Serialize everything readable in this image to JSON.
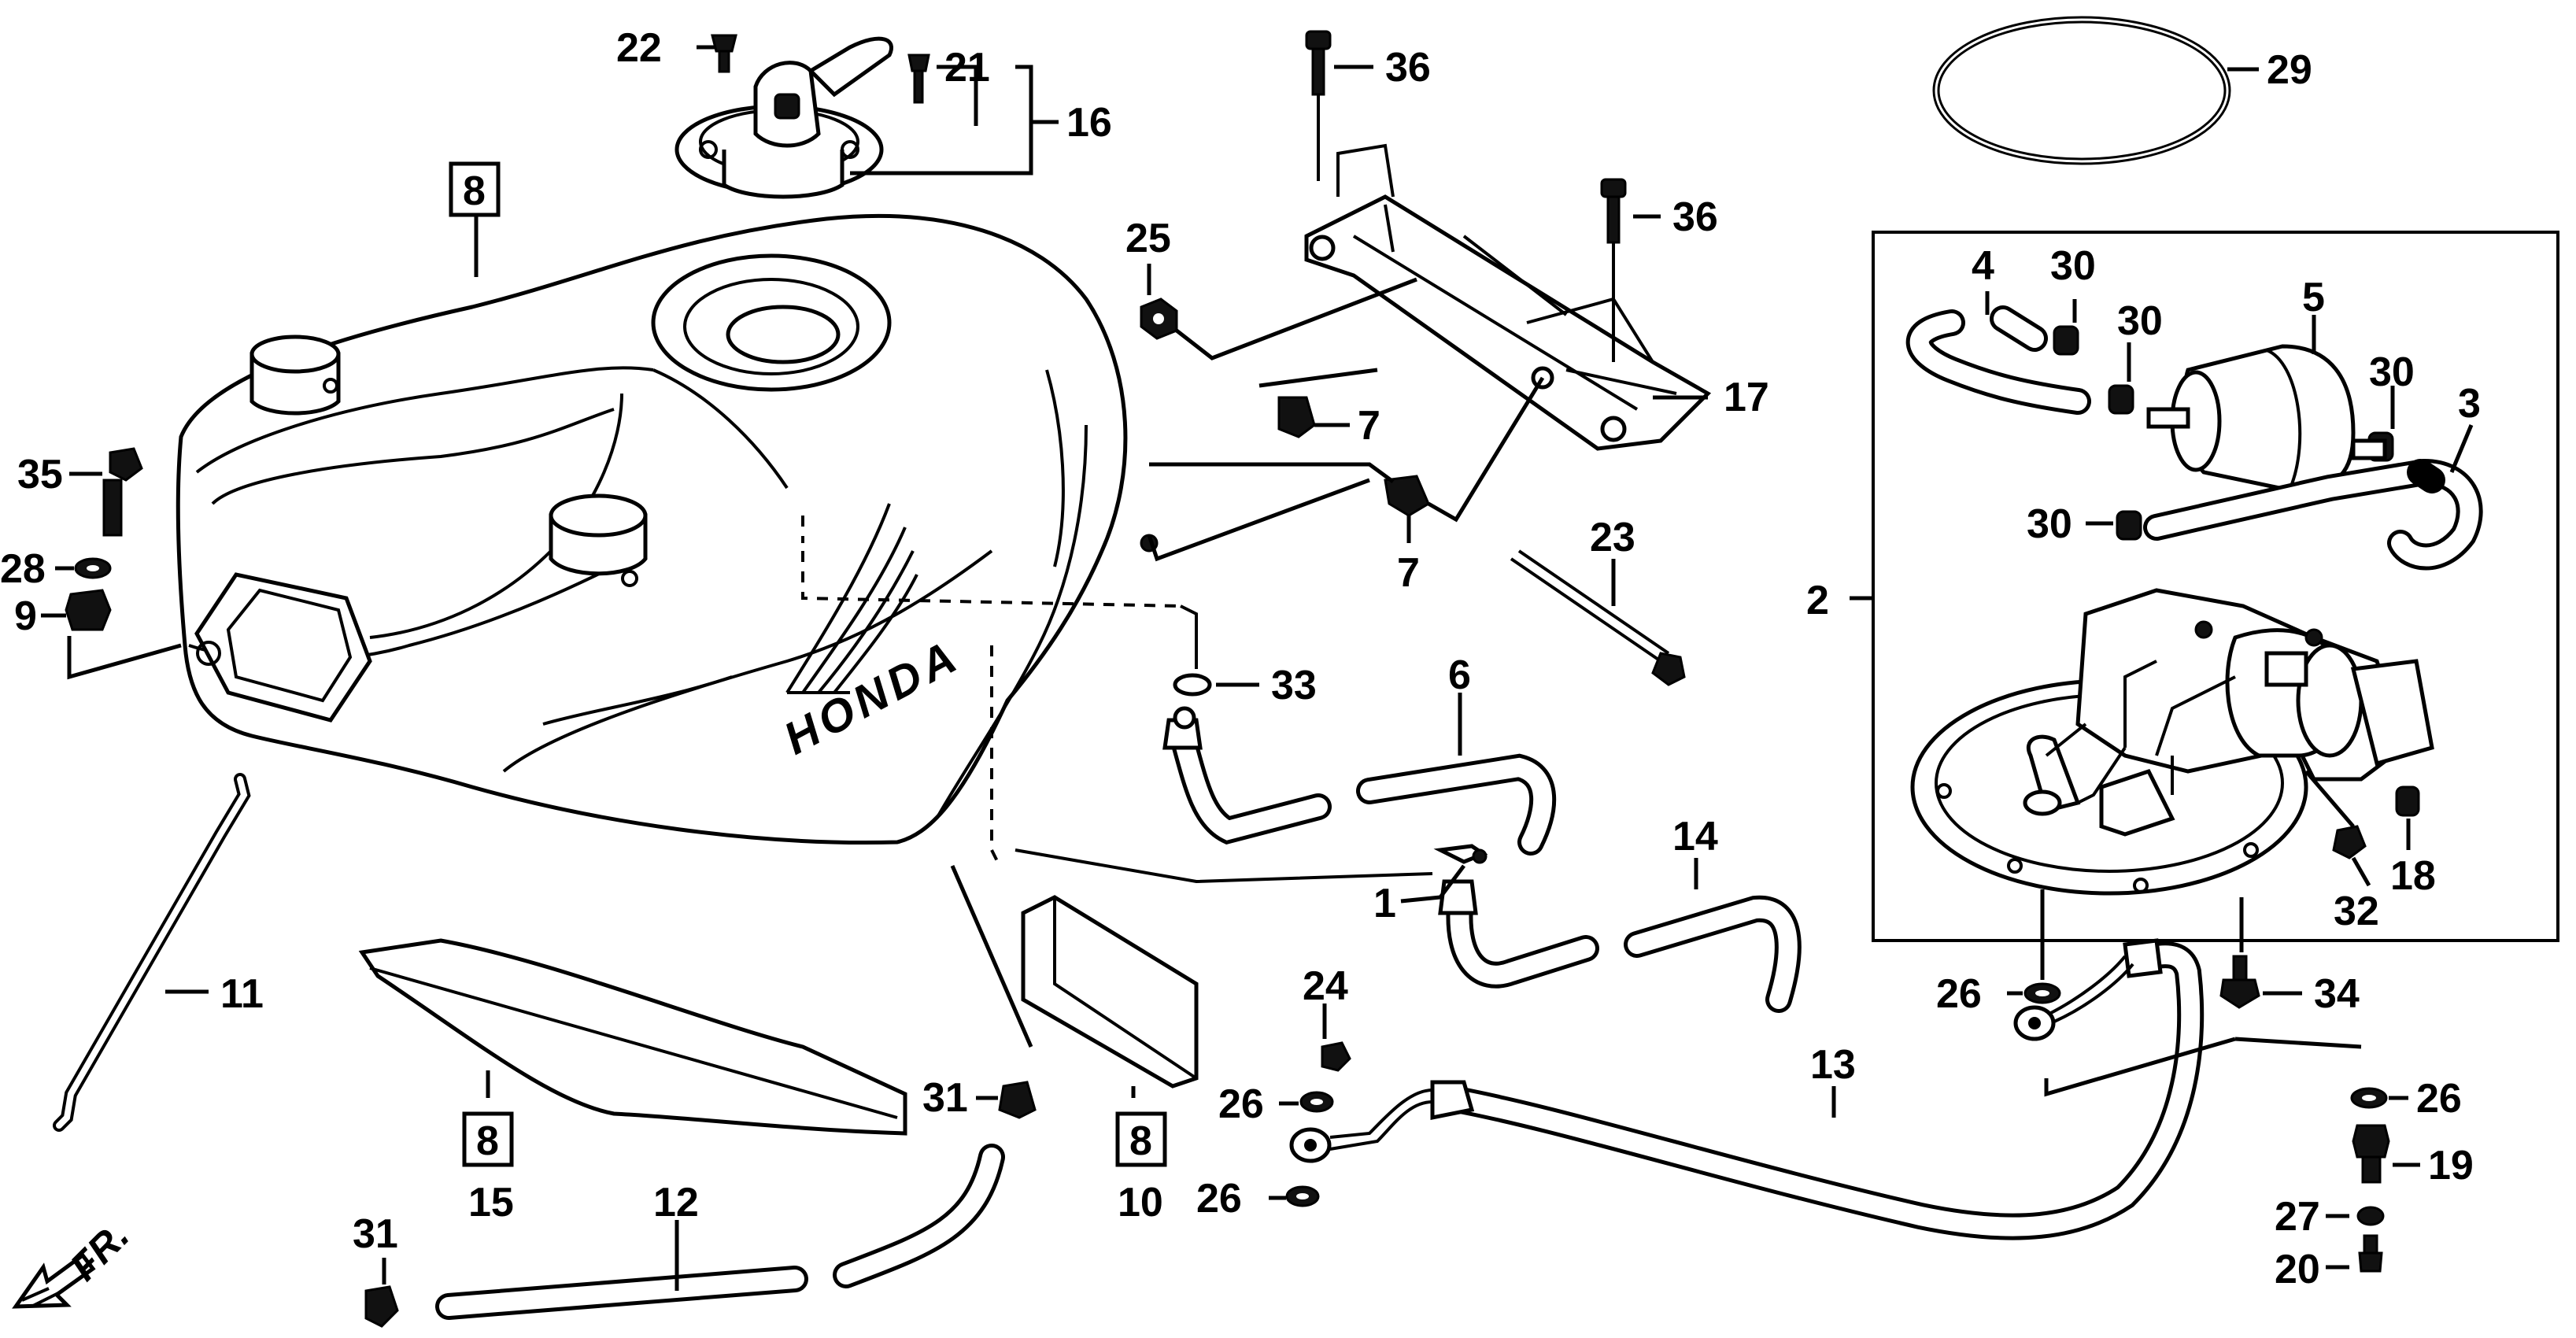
{
  "diagram": {
    "callouts": [
      {
        "id": "c1",
        "label": "1"
      },
      {
        "id": "c2",
        "label": "2"
      },
      {
        "id": "c3",
        "label": "3"
      },
      {
        "id": "c4",
        "label": "4"
      },
      {
        "id": "c5",
        "label": "5"
      },
      {
        "id": "c6",
        "label": "6"
      },
      {
        "id": "c7a",
        "label": "7"
      },
      {
        "id": "c7b",
        "label": "7"
      },
      {
        "id": "c8a",
        "label": "8"
      },
      {
        "id": "c8b",
        "label": "8"
      },
      {
        "id": "c8c",
        "label": "8"
      },
      {
        "id": "c9",
        "label": "9"
      },
      {
        "id": "c10",
        "label": "10"
      },
      {
        "id": "c11",
        "label": "11"
      },
      {
        "id": "c12",
        "label": "12"
      },
      {
        "id": "c13",
        "label": "13"
      },
      {
        "id": "c14",
        "label": "14"
      },
      {
        "id": "c15",
        "label": "15"
      },
      {
        "id": "c16",
        "label": "16"
      },
      {
        "id": "c17",
        "label": "17"
      },
      {
        "id": "c18",
        "label": "18"
      },
      {
        "id": "c19",
        "label": "19"
      },
      {
        "id": "c20",
        "label": "20"
      },
      {
        "id": "c21",
        "label": "21"
      },
      {
        "id": "c22",
        "label": "22"
      },
      {
        "id": "c23",
        "label": "23"
      },
      {
        "id": "c24",
        "label": "24"
      },
      {
        "id": "c25",
        "label": "25"
      },
      {
        "id": "c26a",
        "label": "26"
      },
      {
        "id": "c26b",
        "label": "26"
      },
      {
        "id": "c26c",
        "label": "26"
      },
      {
        "id": "c26d",
        "label": "26"
      },
      {
        "id": "c27",
        "label": "27"
      },
      {
        "id": "c28",
        "label": "28"
      },
      {
        "id": "c29",
        "label": "29"
      },
      {
        "id": "c30a",
        "label": "30"
      },
      {
        "id": "c30b",
        "label": "30"
      },
      {
        "id": "c30c",
        "label": "30"
      },
      {
        "id": "c30d",
        "label": "30"
      },
      {
        "id": "c31a",
        "label": "31"
      },
      {
        "id": "c31b",
        "label": "31"
      },
      {
        "id": "c32",
        "label": "32"
      },
      {
        "id": "c33",
        "label": "33"
      },
      {
        "id": "c34",
        "label": "34"
      },
      {
        "id": "c35",
        "label": "35"
      },
      {
        "id": "c36a",
        "label": "36"
      },
      {
        "id": "c36b",
        "label": "36"
      }
    ],
    "direction_label": "FR.",
    "tank_brand": "HONDA"
  }
}
